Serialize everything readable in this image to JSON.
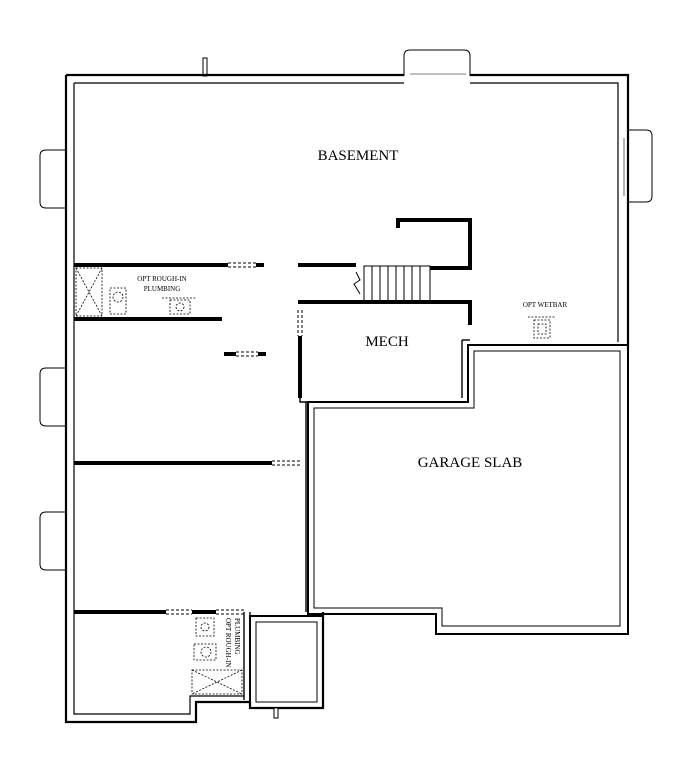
{
  "plan": {
    "rooms": {
      "basement": "BASEMENT",
      "mech": "MECH",
      "garage_slab": "GARAGE SLAB"
    },
    "notes": {
      "rough_in_top_line1": "OPT ROUGH-IN",
      "rough_in_top_line2": "PLUMBING",
      "rough_in_bottom_line1": "OPT ROUGH-IN",
      "rough_in_bottom_line2": "PLUMBING",
      "wetbar": "OPT WETBAR"
    }
  }
}
